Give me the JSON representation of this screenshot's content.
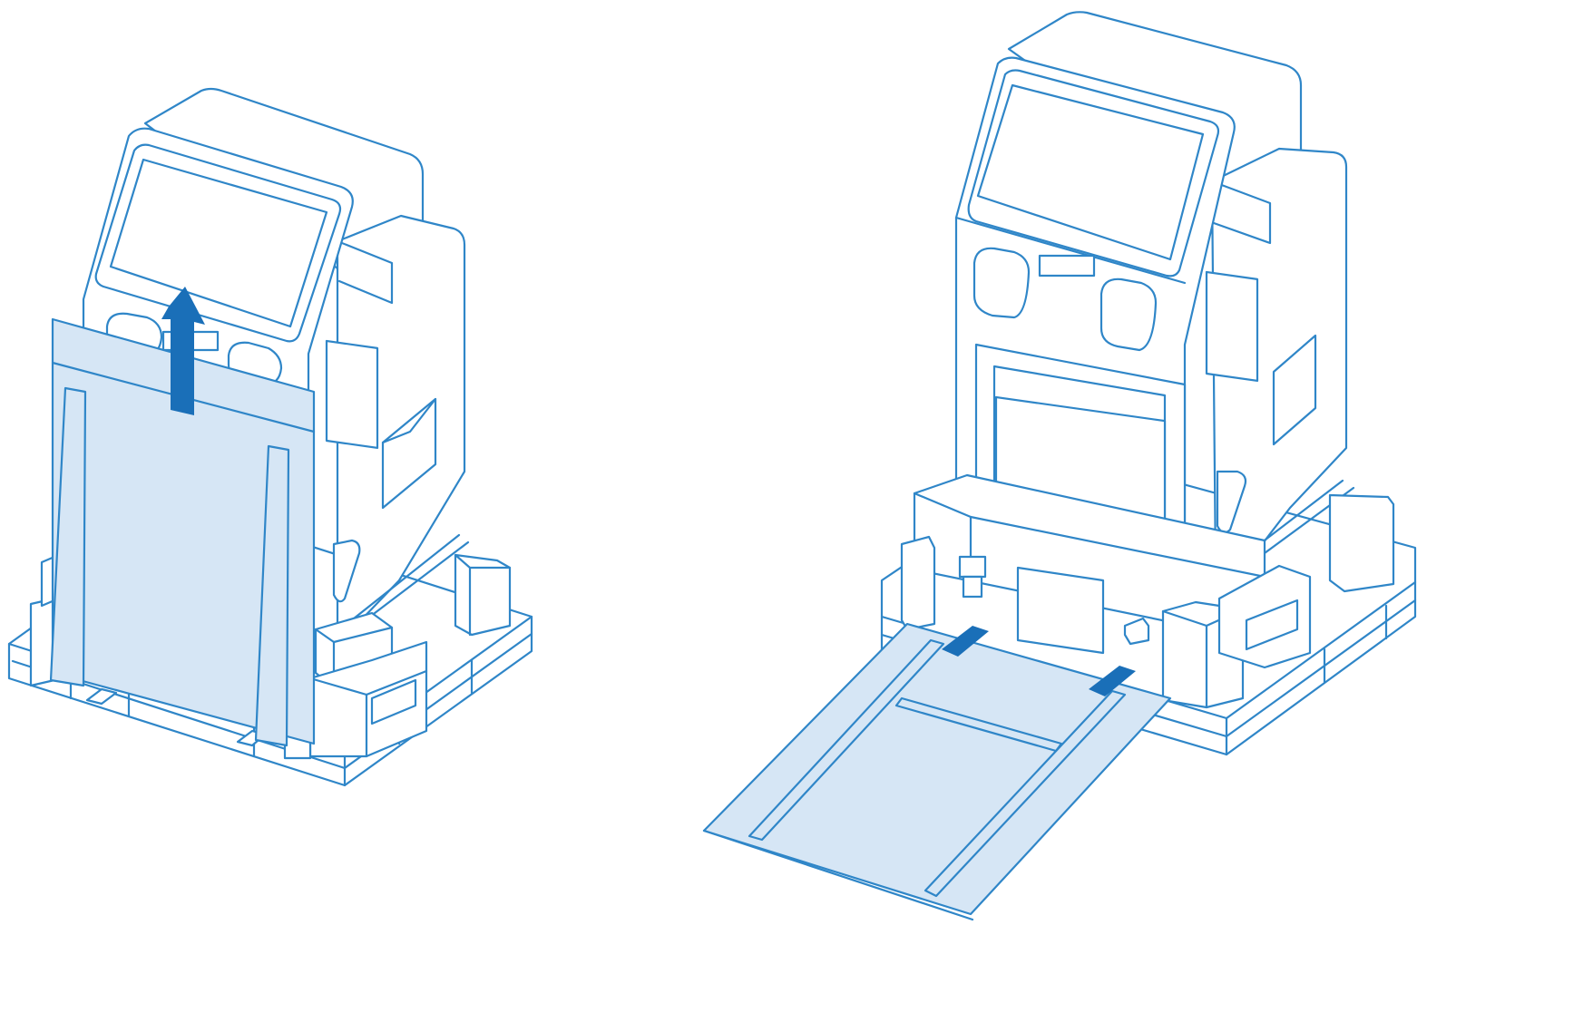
{
  "colors": {
    "line": "#2f86c8",
    "fill": "#d6e6f5",
    "accent": "#1a6fb8",
    "background": "#ffffff"
  },
  "panels": [
    {
      "id": "left",
      "content": "cabinet-on-pallet-with-front-cover",
      "action": "lift-cover-up-arrow-icon"
    },
    {
      "id": "right",
      "content": "cabinet-on-pallet-with-ramp",
      "action": "ramp-hooks"
    }
  ]
}
